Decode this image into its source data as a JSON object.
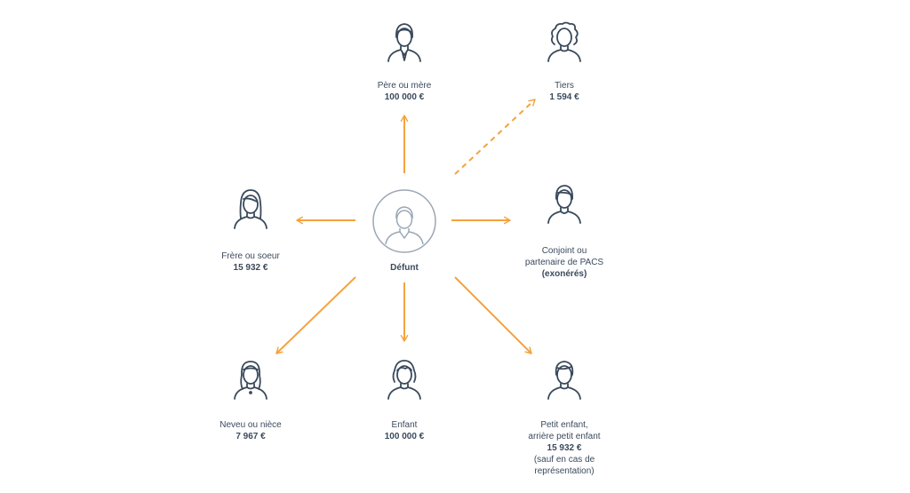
{
  "center": {
    "name": "Défunt",
    "icon": "deceased-person-icon"
  },
  "accent_color": "#f5a33d",
  "line_color": "#3a4a5c",
  "relatives": [
    {
      "id": "parent",
      "name": "Père ou mère",
      "amount": "100 000 €",
      "icon": "man-with-tie-icon"
    },
    {
      "id": "third-party",
      "name": "Tiers",
      "amount": "1 594 €",
      "icon": "curly-hair-woman-icon",
      "arrow": "dashed"
    },
    {
      "id": "spouse",
      "name": "Conjoint ou",
      "name2": "partenaire de PACS",
      "amount": "(exonérés)",
      "icon": "man-with-sweater-icon"
    },
    {
      "id": "sibling",
      "name": "Frère ou soeur",
      "amount": "15 932 €",
      "icon": "long-hair-woman-icon"
    },
    {
      "id": "child",
      "name": "Enfant",
      "amount": "100 000 €",
      "icon": "woman-icon"
    },
    {
      "id": "nephew-niece",
      "name": "Neveu ou nièce",
      "amount": "7 967 €",
      "icon": "girl-icon"
    },
    {
      "id": "grandchild",
      "name": "Petit enfant,",
      "name2": "arrière petit enfant",
      "amount": "15 932 €",
      "note": "(sauf en cas de",
      "note2": "représentation)",
      "icon": "boy-icon"
    }
  ]
}
